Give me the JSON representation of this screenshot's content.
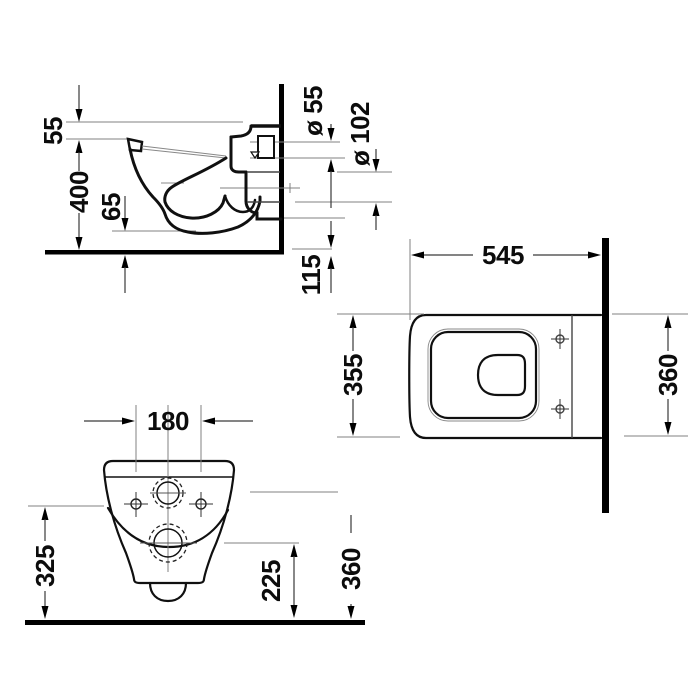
{
  "drawing": {
    "background": "#ffffff",
    "line_color": "#111111",
    "subject": "wall-hung toilet technical installation drawing",
    "units": "mm",
    "views": {
      "side_section": {
        "title": "side section view",
        "dims": {
          "ceramic_top_drop": {
            "value": "55"
          },
          "rim_height_above_floor": {
            "value": "400"
          },
          "underside_clearance": {
            "value": "65"
          },
          "supply_diameter": {
            "value": "ø 55"
          },
          "outlet_diameter": {
            "value": "ø 102"
          },
          "outlet_height": {
            "value": "115"
          }
        }
      },
      "plan_top": {
        "title": "plan view",
        "dims": {
          "depth": {
            "value": "545"
          },
          "bowl_width": {
            "value": "355"
          },
          "wall_width": {
            "value": "360"
          }
        }
      },
      "rear_elevation": {
        "title": "rear elevation view",
        "dims": {
          "fixing_bolt_spacing": {
            "value": "180"
          },
          "fixing_bolt_height": {
            "value": "325"
          },
          "outlet_centre_height": {
            "value": "225"
          },
          "supply_centre_height": {
            "value": "360"
          }
        }
      }
    }
  }
}
